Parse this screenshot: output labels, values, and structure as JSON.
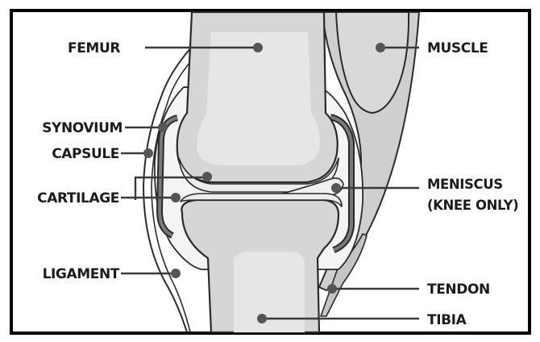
{
  "labels": {
    "femur": "FEMUR",
    "muscle": "MUSCLE",
    "synovium": "SYNOVIUM",
    "capsule": "CAPSULE",
    "cartilage": "CARTILAGE",
    "meniscus_line1": "MENISCUS",
    "meniscus_line2": "(KNEE ONLY)",
    "ligament": "LIGAMENT",
    "tendon": "TENDON",
    "tibia": "TIBIA"
  },
  "colors": {
    "bone": "#d6d6d6",
    "bone_highlight": "#e6e6e6",
    "cartilage": "#ececec",
    "outline": "#2a2a2a",
    "synovium": "#6a6a6a",
    "muscle": "#c9c9c9",
    "leader": "#3a3a3a",
    "text": "#1c1c1c"
  }
}
